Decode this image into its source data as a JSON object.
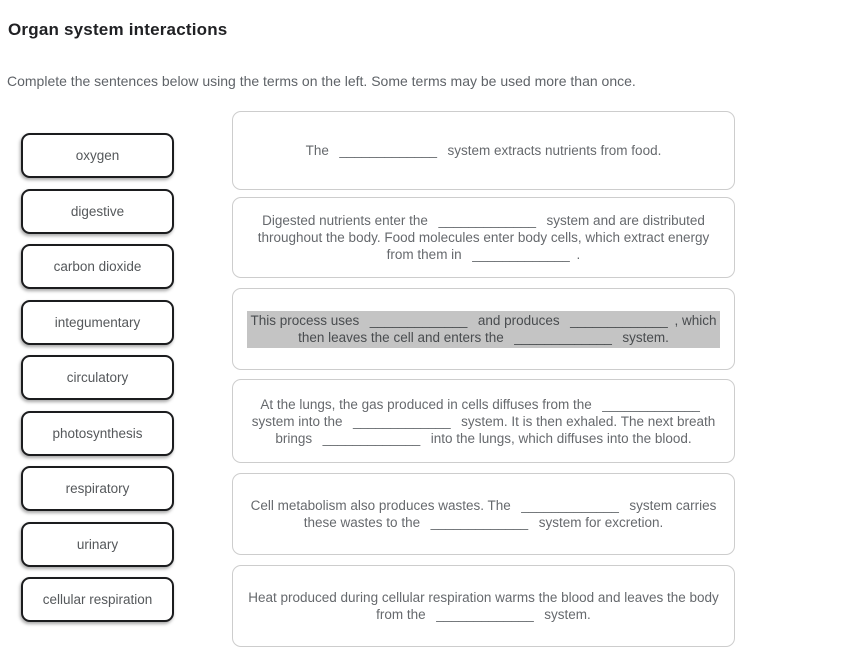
{
  "header": {
    "title": "Organ system interactions",
    "instructions": "Complete the sentences below using the terms on the left. Some terms may be used more than once."
  },
  "terms": [
    "oxygen",
    "digestive",
    "carbon dioxide",
    "integumentary",
    "circulatory",
    "photosynthesis",
    "respiratory",
    "urinary",
    "cellular respiration"
  ],
  "blank_placeholder": "_____________",
  "sentences": [
    {
      "text": "The  _____________  system extracts nutrients from food.",
      "highlighted": false
    },
    {
      "text": "Digested nutrients enter the  _____________  system and are distributed throughout the body. Food molecules enter body cells, which extract energy from them in  _____________ .",
      "highlighted": false
    },
    {
      "text": "This process uses  _____________  and produces  _____________ , which then leaves the cell and enters the  _____________  system.",
      "highlighted": true
    },
    {
      "text": "At the lungs, the gas produced in cells diffuses from the  _____________  system into the  _____________  system. It is then exhaled. The next breath brings  _____________  into the lungs, which diffuses into the blood.",
      "highlighted": false
    },
    {
      "text": "Cell metabolism also produces wastes. The  _____________  system carries these wastes to the  _____________  system for excretion.",
      "highlighted": false
    },
    {
      "text": "Heat produced during cellular respiration warms the blood and leaves the body from the  _____________  system.",
      "highlighted": false
    }
  ],
  "colors": {
    "title_text": "#202124",
    "body_text": "#66696d",
    "term_border": "#1b1c1e",
    "box_border": "#cdcdcd",
    "selection_highlight": "#c4c4c4"
  }
}
